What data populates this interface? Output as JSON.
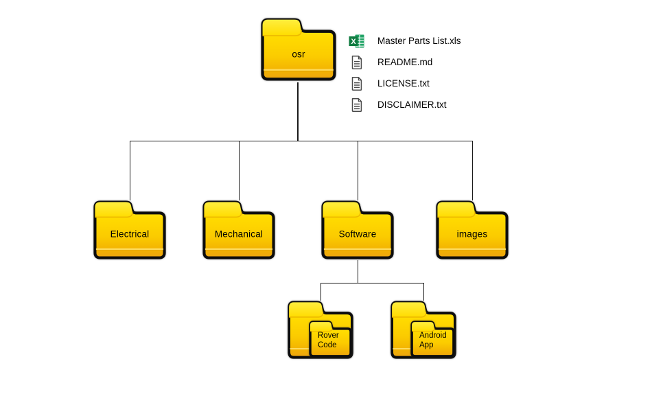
{
  "tree": {
    "root": {
      "label": "osr"
    },
    "files": [
      {
        "name": "Master Parts List.xls",
        "icon": "excel-file-icon"
      },
      {
        "name": "README.md",
        "icon": "text-file-icon"
      },
      {
        "name": "LICENSE.txt",
        "icon": "text-file-icon"
      },
      {
        "name": "DISCLAIMER.txt",
        "icon": "text-file-icon"
      }
    ],
    "children": [
      {
        "label": "Electrical"
      },
      {
        "label": "Mechanical"
      },
      {
        "label": "Software"
      },
      {
        "label": "images"
      }
    ],
    "software_children": [
      {
        "label": "Rover Code"
      },
      {
        "label": "Android App"
      }
    ]
  },
  "icons": {
    "excel_letter": "X"
  },
  "colors": {
    "background": "#ffffff",
    "folder_yellow_top": "#ffe81c",
    "folder_yellow_bottom": "#eda410",
    "folder_outline": "#0d0d0d",
    "connector": "#1a1a1a",
    "excel_green": "#21a366",
    "excel_green_dark": "#107c41",
    "file_icon_gray": "#4a4a4a",
    "label_text": "#000000"
  }
}
